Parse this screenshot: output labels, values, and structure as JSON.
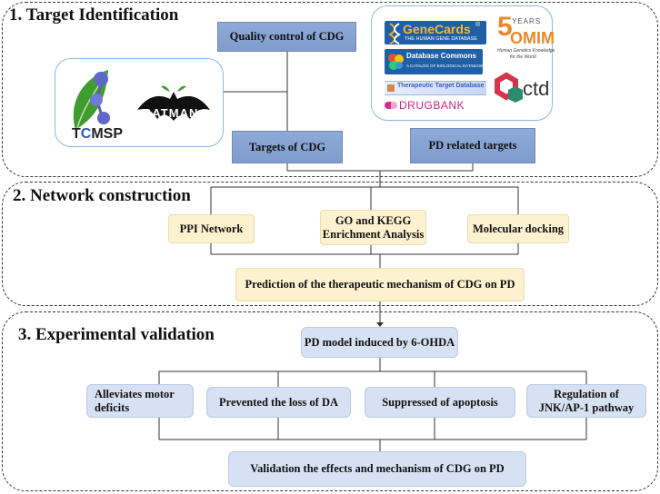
{
  "sections": {
    "s1_title": "1. Target Identification",
    "s2_title": "2. Network construction",
    "s3_title": "3. Experimental validation"
  },
  "boxes": {
    "quality_control": "Quality control  of CDG",
    "targets_cdg": "Targets of CDG",
    "pd_targets": "PD related targets",
    "ppi": "PPI Network",
    "go_kegg_1": "GO and KEGG",
    "go_kegg_2": "Enrichment Analysis",
    "docking": "Molecular docking",
    "prediction": "Prediction of the therapeutic mechanism of CDG on PD",
    "pd_model": "PD model induced by 6-OHDA",
    "motor_1": "Alleviates motor",
    "motor_2": "deficits",
    "da_loss": "Prevented the loss of  DA",
    "apoptosis": "Suppressed of apoptosis",
    "jnk_1": "Regulation of",
    "jnk_2": "JNK/AP-1 pathway",
    "validation": "Validation the effects and mechanism of CDG on PD"
  },
  "logos": {
    "tcmsp_t": "T",
    "tcmsp_c": "C",
    "tcmsp_rest": "MSP",
    "batman": "BATMAN",
    "genecards_main": "GeneCards",
    "genecards_reg": "®",
    "genecards_sub": "THE HUMAN GENE DATABASE",
    "dbcommons_main": "Database Commons",
    "dbcommons_sub": "A CATALOG OF BIOLOGICAL DATABASES",
    "ttd": "Therapeutic Target Database",
    "drugbank": "DRUGBANK",
    "omim_years": "YEARS",
    "omim_five": "5",
    "omim_text": "OMIM",
    "omim_sub1": "Human Genetics Knowledge",
    "omim_sub2": "for the World",
    "ctd": "ctd"
  }
}
